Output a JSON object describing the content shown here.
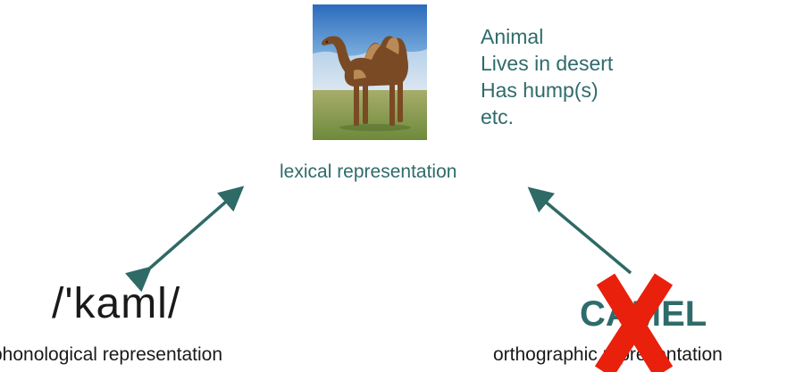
{
  "features": [
    "Animal",
    "Lives in desert",
    "Has hump(s)",
    "etc."
  ],
  "lexical_label": "lexical representation",
  "phonological": {
    "word": "/'kaml/",
    "label": "phonological representation"
  },
  "orthographic": {
    "word": "CAMEL",
    "label": "orthographic representation"
  },
  "colors": {
    "teal": "#2f6b6b",
    "cross": "#e8200c",
    "arrow": "#2e6a66"
  },
  "icons": {
    "image": "camel-photo",
    "cross": "red-x-cross"
  }
}
